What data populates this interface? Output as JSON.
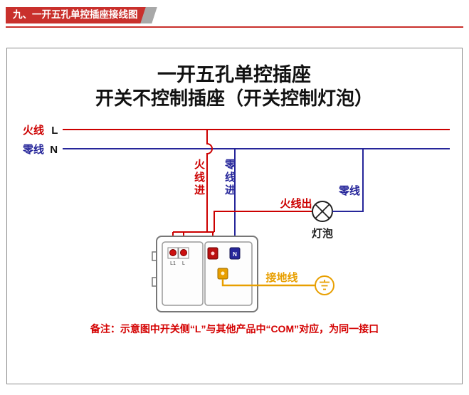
{
  "header": {
    "tab_label": "九、一开五孔单控插座接线图"
  },
  "diagram": {
    "title1": "一开五孔单控插座",
    "title2": "开关不控制插座（开关控制灯泡）",
    "live_label": "火线",
    "live_letter": "L",
    "neutral_label": "零线",
    "neutral_letter": "N",
    "live_in": "火线进",
    "neutral_in": "零线进",
    "live_out": "火线出",
    "lamp_neutral": "零线",
    "lamp_label": "灯泡",
    "ground_label": "接地线",
    "terminal_l1": "L1",
    "terminal_l": "L",
    "terminal_n": "N",
    "note": "备注：示意图中开关侧“L”与其他产品中“COM”对应，为同一接口"
  },
  "colors": {
    "accent_red": "#c9302c",
    "live_red": "#cc0000",
    "neutral_blue": "#26269a",
    "ground_orange": "#e89f00",
    "note_red": "#d40000"
  }
}
